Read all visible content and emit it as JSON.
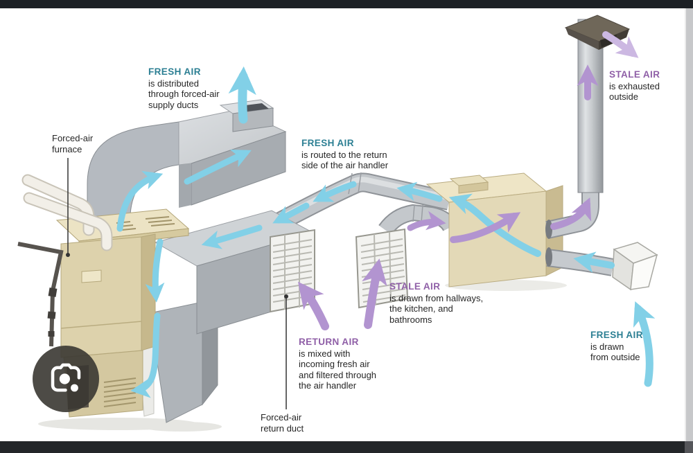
{
  "window": {
    "top_bar_color": "#1c2025",
    "bottom_bar_color": "#232629",
    "side_strip_color": "#c7c8ca"
  },
  "lens_button": {
    "icon": "camera-icon"
  },
  "diagram": {
    "colors": {
      "fresh_heading": "#2c7f93",
      "stale_heading": "#8f5fa7",
      "body_text": "#262626",
      "fresh_arrow": "#82d0e7",
      "stale_arrow": "#b294d0"
    },
    "labels": {
      "fresh_supply": {
        "heading": "FRESH AIR",
        "line1": "is distributed",
        "line2": "through forced-air",
        "line3": "supply ducts"
      },
      "furnace": {
        "line1": "Forced-air",
        "line2": "furnace"
      },
      "fresh_routed": {
        "heading": "FRESH AIR",
        "line1": "is routed to the return",
        "line2": "side of the air handler"
      },
      "stale_exhausted": {
        "heading": "STALE AIR",
        "line1": "is exhausted",
        "line2": "outside"
      },
      "stale_drawn": {
        "heading": "STALE AIR",
        "line1": "is drawn from hallways,",
        "line2": "the kitchen, and",
        "line3": "bathrooms"
      },
      "return_air": {
        "heading": "RETURN AIR",
        "line1": "is mixed with",
        "line2": "incoming fresh air",
        "line3": "and filtered through",
        "line4": "the air handler"
      },
      "fresh_outside": {
        "heading": "FRESH AIR",
        "line1": "is drawn",
        "line2": "from outside"
      },
      "return_duct": {
        "line1": "Forced-air",
        "line2": "return duct"
      }
    }
  }
}
